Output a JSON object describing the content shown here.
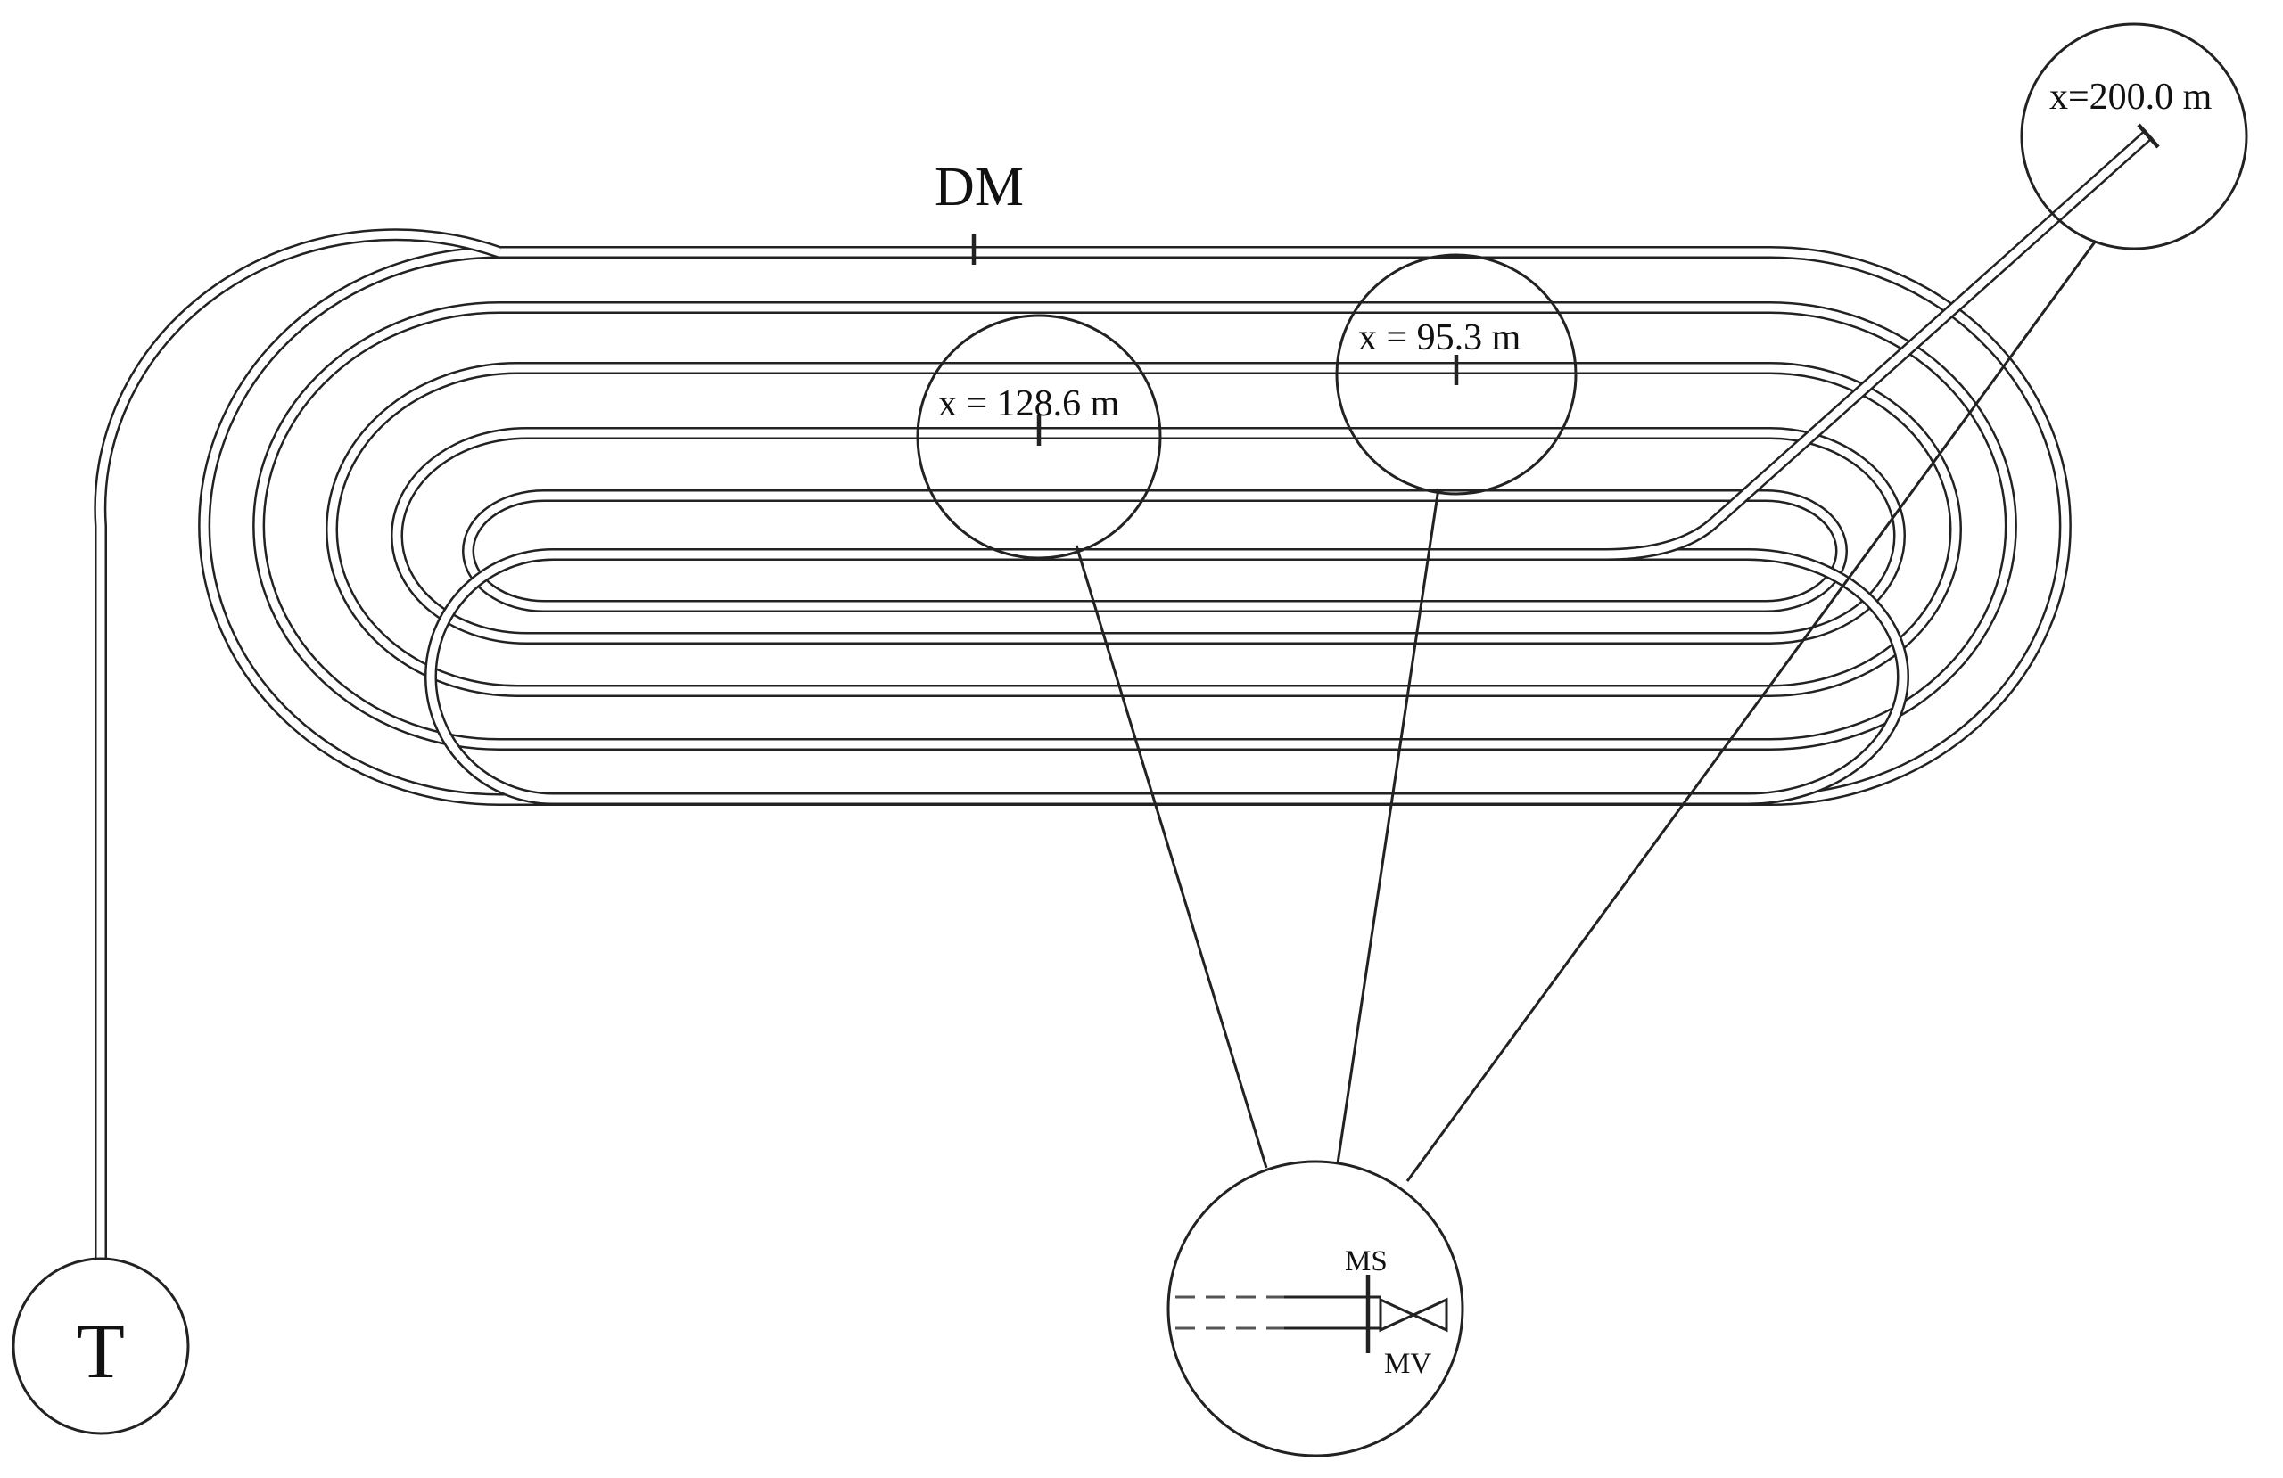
{
  "diagram": {
    "labels": {
      "dm": "DM",
      "x_128": "x = 128.6 m",
      "x_95": "x = 95.3 m",
      "x_200": "x=200.0 m",
      "tank": "T",
      "ms": "MS",
      "mv": "MV"
    }
  }
}
